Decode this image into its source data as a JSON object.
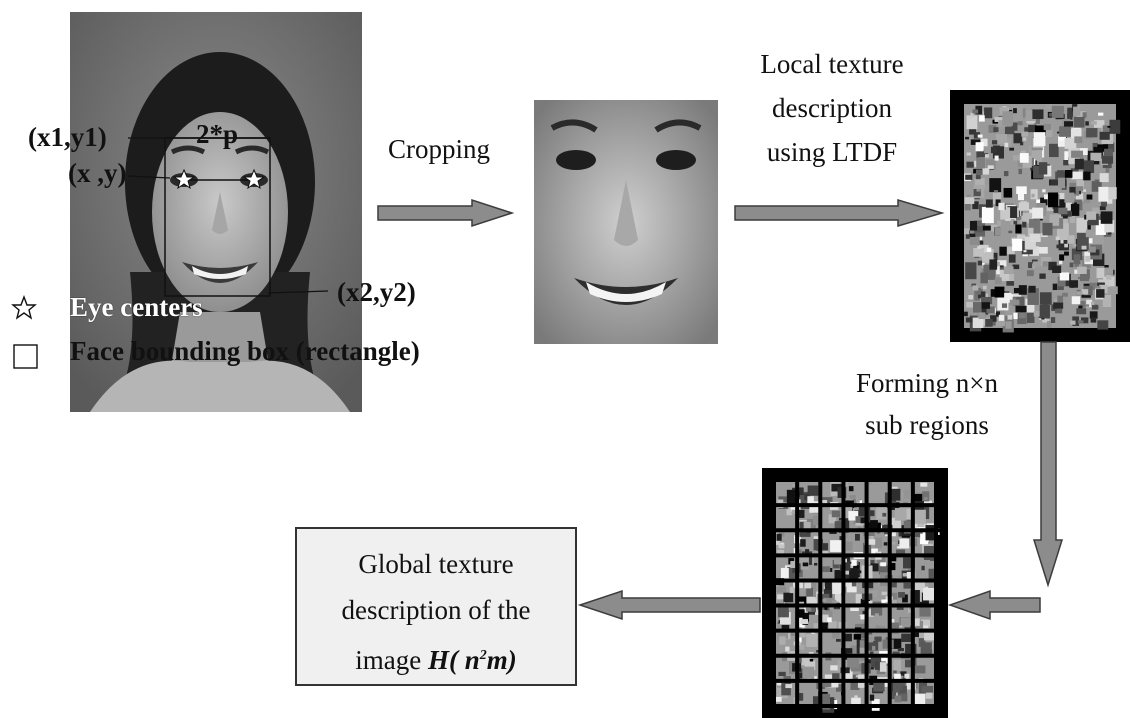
{
  "labels": {
    "p1": "(x1,y1)",
    "eye_center": "(x ,y)",
    "dist": "2*p",
    "p2": "(x2,y2)",
    "cropping": "Cropping",
    "local_texture": [
      "Local texture",
      "description",
      "using LTDF"
    ],
    "forming": [
      "Forming n×n",
      "sub regions"
    ],
    "global_texture": {
      "line1": "Global texture",
      "line2": "description of the",
      "line3_prefix": "image ",
      "line3_formula_H": "H(",
      "line3_formula_n": "n",
      "line3_formula_sup": "2",
      "line3_formula_end": "m)"
    }
  },
  "legend": {
    "eye_centers": "Eye centers",
    "bounding_box": "Face bounding box (rectangle)"
  },
  "colors": {
    "arrow_fill": "#8c8c8c",
    "arrow_stroke": "#3c3c3c",
    "global_box_fill": "#f0f0f0",
    "global_box_stroke": "#333333"
  },
  "icons": {
    "star": "star-outline-icon",
    "square": "square-outline-icon"
  }
}
